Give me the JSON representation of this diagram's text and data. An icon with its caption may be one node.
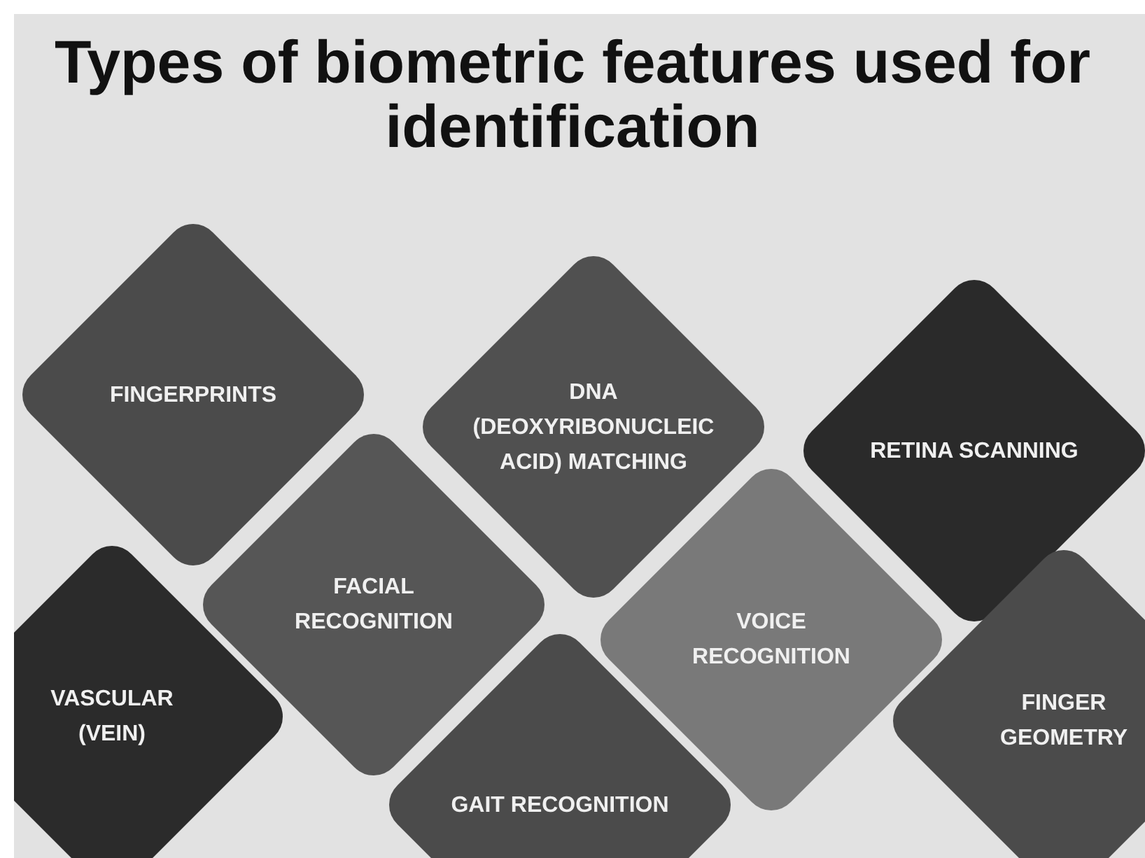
{
  "diagram": {
    "title": "Types of biometric features used for identification",
    "nodes": [
      {
        "text": [
          "FINGERPRINTS"
        ]
      },
      {
        "text": [
          "DNA (DEOXYRIBONUCLEIC ACID) MATCHING"
        ]
      },
      {
        "text": [
          "RETINA SCANNING"
        ]
      },
      {
        "text": [
          "FACIAL RECOGNITION"
        ]
      },
      {
        "text": [
          "VOICE RECOGNITION"
        ]
      },
      {
        "text": [
          "VASCULAR (VEIN)"
        ]
      },
      {
        "text": [
          "FINGER GEOMETRY"
        ]
      },
      {
        "text": [
          "GAIT RECOGNITION"
        ]
      }
    ],
    "edges": []
  }
}
